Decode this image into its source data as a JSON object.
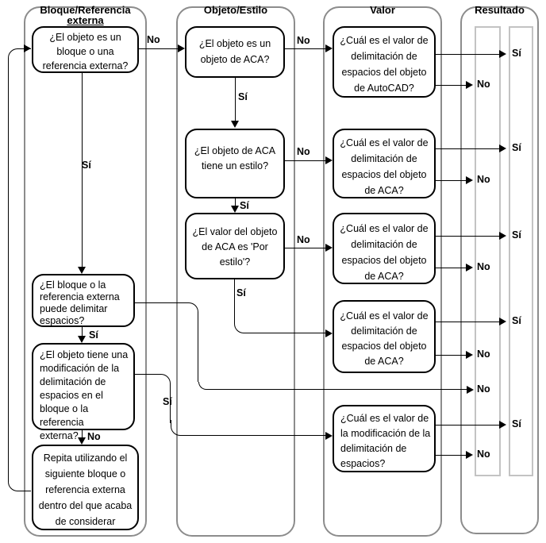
{
  "colors": {
    "background": "#ffffff",
    "flow_ink": "#000000",
    "container_border": "#8c8c8c",
    "result_lane_border": "#c3c3c3"
  },
  "labels": {
    "yes": "Sí",
    "no": "No"
  },
  "columns": {
    "block_xref": {
      "title_line1": "Bloque/Referencia",
      "title_line2": "externa"
    },
    "object_style": {
      "title": "Objeto/Estilo"
    },
    "value": {
      "title": "Valor"
    },
    "result": {
      "title": "Resultado"
    }
  },
  "nodes": {
    "is_block_or_xref": "¿El objeto es un\nbloque o una\nreferencia externa?",
    "can_delimit_spaces": "¿El bloque o la\nreferencia externa\npuede delimitar\nespacios?",
    "has_override": "¿El objeto tiene una\nmodificación de la\ndelimitación de\nespacios en el\nbloque o la referencia\nexterna?",
    "repeat_next": "Repita utilizando el\nsiguiente bloque o\nreferencia externa\ndentro del que acaba\nde considerar",
    "is_aca_object": "¿El objeto es un\nobjeto de ACA?",
    "aca_has_style": "¿El objeto de ACA\ntiene un estilo?",
    "aca_value_by_style": "¿El valor del objeto\nde ACA es 'Por\nestilo'?",
    "value_autocad": "¿Cuál es el valor de\ndelimitación de\nespacios del objeto\nde AutoCAD?",
    "value_aca_1": "¿Cuál es el valor de\ndelimitación de\nespacios del objeto\nde ACA?",
    "value_aca_2": "¿Cuál es el valor de\ndelimitación de\nespacios del objeto\nde ACA?",
    "value_aca_3": "¿Cuál es el valor de\ndelimitación de\nespacios del objeto\nde ACA?",
    "value_override": "¿Cuál es el valor de\nla modificación de la\ndelimitación de\nespacios?"
  }
}
